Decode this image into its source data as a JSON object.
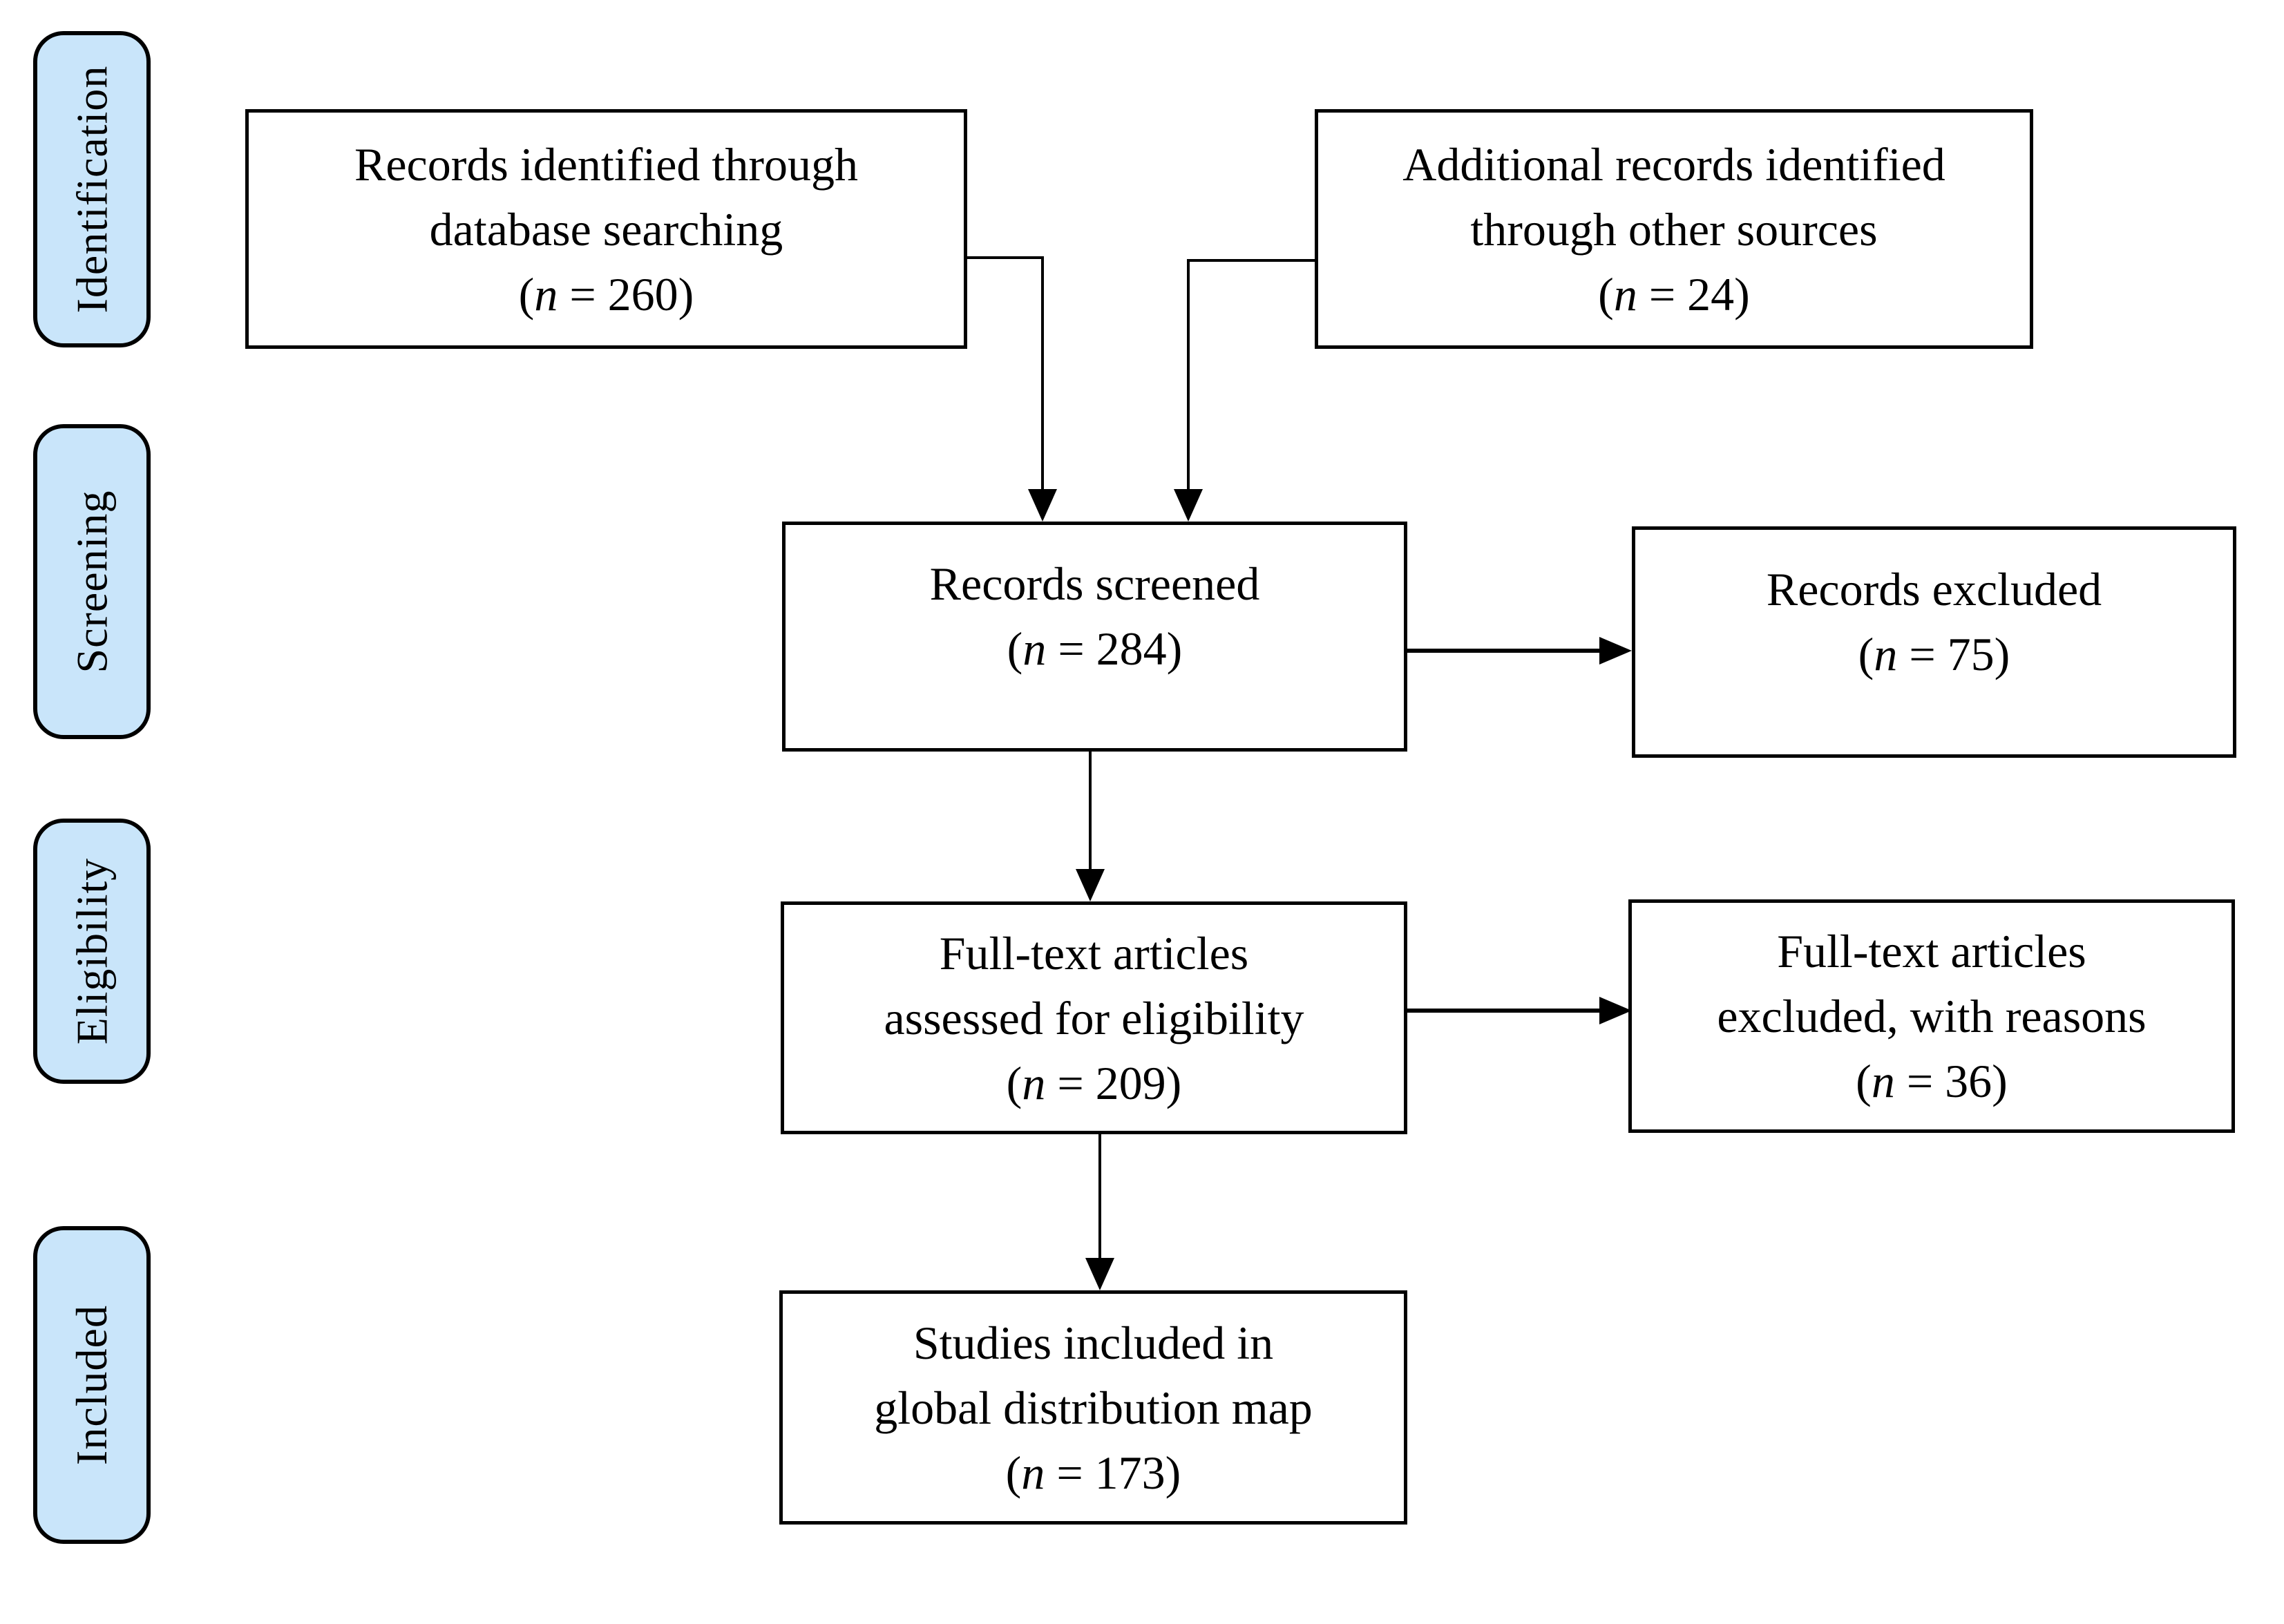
{
  "stages": [
    {
      "label": "Identification"
    },
    {
      "label": "Screening"
    },
    {
      "label": "Eligibility"
    },
    {
      "label": "Included"
    }
  ],
  "boxes": {
    "identified": {
      "lines": [
        "Records identified through",
        "database searching"
      ],
      "n": {
        "pre": "(",
        "var": "n",
        "post": " = 260)"
      }
    },
    "additional": {
      "lines": [
        "Additional records identified",
        "through other sources"
      ],
      "n": {
        "pre": "(",
        "var": "n",
        "post": " = 24)"
      }
    },
    "screened": {
      "lines": [
        "Records screened"
      ],
      "n": {
        "pre": "(",
        "var": "n",
        "post": " = 284)"
      }
    },
    "records_excluded": {
      "lines": [
        "Records excluded"
      ],
      "n": {
        "pre": "(",
        "var": "n",
        "post": " = 75)"
      }
    },
    "fulltext": {
      "lines": [
        "Full-text articles",
        "assessed for eligibility"
      ],
      "n": {
        "pre": "(",
        "var": "n",
        "post": " = 209)"
      }
    },
    "fulltext_excluded": {
      "lines": [
        "Full-text articles",
        "excluded, with reasons"
      ],
      "n": {
        "pre": "(",
        "var": "n",
        "post": " = 36)"
      }
    },
    "included_studies": {
      "lines": [
        "Studies included in",
        "global distribution map"
      ],
      "n": {
        "pre": "(",
        "var": "n",
        "post": " = 173)"
      }
    }
  },
  "colors": {
    "stage_fill": "#c9e5fa",
    "border": "#000000",
    "box_fill": "#ffffff",
    "text": "#000000"
  }
}
